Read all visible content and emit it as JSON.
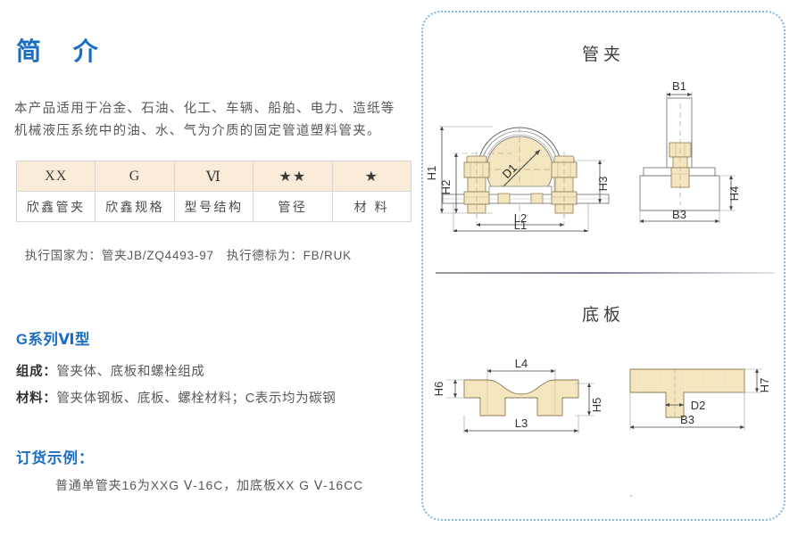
{
  "intro": {
    "title": "简  介",
    "paragraph": "本产品适用于冶金、石油、化工、车辆、船舶、电力、造纸等机械液压系统中的油、水、气为介质的固定管道塑料管夹。"
  },
  "code_table": {
    "header": [
      "XX",
      "G",
      "Ⅵ",
      "★★",
      "★"
    ],
    "body": [
      "欣鑫管夹",
      "欣鑫规格",
      "型号结构",
      "管径",
      "材 料"
    ]
  },
  "standards": {
    "national_label": "执行国家为：",
    "national_value": "管夹JB/ZQ4493-97",
    "german_label": "执行德标为：",
    "german_value": "FB/RUK"
  },
  "series": {
    "title": "G系列Ⅵ型",
    "composition_label": "组成：",
    "composition_value": "管夹体、底板和螺栓组成",
    "material_label": "材料：",
    "material_value": "管夹体钢板、底板、螺栓材料；C表示均为碳钢"
  },
  "order": {
    "title": "订货示例：",
    "example": "普通单管夹16为XXG Ⅴ-16C，加底板XX G Ⅴ-16CC"
  },
  "diagrams": {
    "clamp_title": "管夹",
    "baseplate_title": "底板",
    "clamp_labels": {
      "h1": "H1",
      "h2": "H2",
      "h3": "H3",
      "h4": "H4",
      "d1": "D1",
      "l1": "L1",
      "l2": "L2",
      "b1": "B1",
      "b3": "B3"
    },
    "baseplate_labels": {
      "l3": "L3",
      "l4": "L4",
      "h5": "H5",
      "h6": "H6",
      "h7": "H7",
      "d2": "D2",
      "b3": "B3"
    }
  },
  "colors": {
    "accent_blue": "#1b6ec2",
    "table_header_bg": "#faecd8",
    "metal_fill": "#f6e7c3",
    "panel_border": "#7fb6e8"
  }
}
